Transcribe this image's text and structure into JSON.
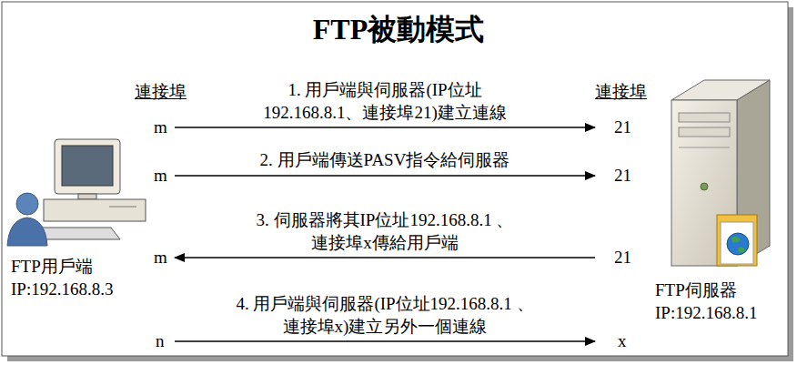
{
  "diagram": {
    "title": "FTP被動模式",
    "nodes": [
      {
        "text": [
          "FTP用戶端",
          "IP:192.168.8.3"
        ]
      },
      {
        "text": [
          "FTP伺服器",
          "IP:192.168.8.1"
        ]
      }
    ],
    "edges": [
      {
        "from": 0,
        "to": 1,
        "arrow": "to",
        "label": "1. 用戶端與伺服器(IP位址 192.168.8.1、連接埠21)建立連線"
      },
      {
        "from": 0,
        "to": 1,
        "arrow": "to",
        "label": "2. 用戶端傳送PASV指令給伺服器"
      },
      {
        "from": 1,
        "to": 0,
        "arrow": "to",
        "label": "3. 伺服器將其IP位址192.168.8.1 、連接埠x傳給用戶端"
      },
      {
        "from": 0,
        "to": 1,
        "arrow": "to",
        "label": "4. 用戶端與伺服器(IP位址192.168.8.1 、連接埠x)建立另外一個連線"
      }
    ],
    "labels": [
      "連接埠",
      "連接埠",
      "m",
      "21",
      "m",
      "21",
      "m",
      "21",
      "n",
      "x"
    ]
  }
}
